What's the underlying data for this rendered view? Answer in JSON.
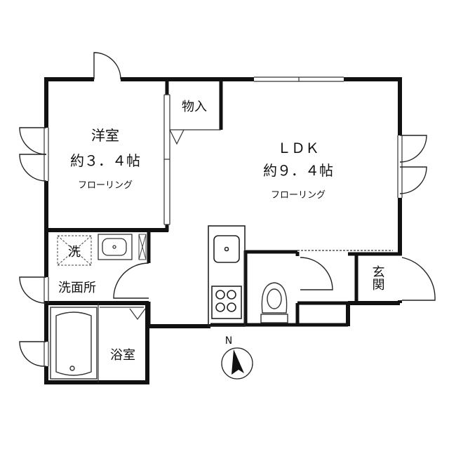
{
  "rooms": {
    "western": {
      "name": "洋室",
      "size": "約３．４帖",
      "floor": "フローリング"
    },
    "storage": {
      "name": "物入"
    },
    "ldk": {
      "name": "ＬＤＫ",
      "size": "約９．４帖",
      "floor": "フローリング"
    },
    "laundry": {
      "name": "洗"
    },
    "washroom": {
      "name": "洗面所"
    },
    "bath": {
      "name": "浴室"
    },
    "entrance": {
      "name": "玄関"
    }
  },
  "compass": {
    "north_label": "N"
  },
  "colors": {
    "wall": "#111111",
    "line": "#333333",
    "hatch": "#555555"
  }
}
